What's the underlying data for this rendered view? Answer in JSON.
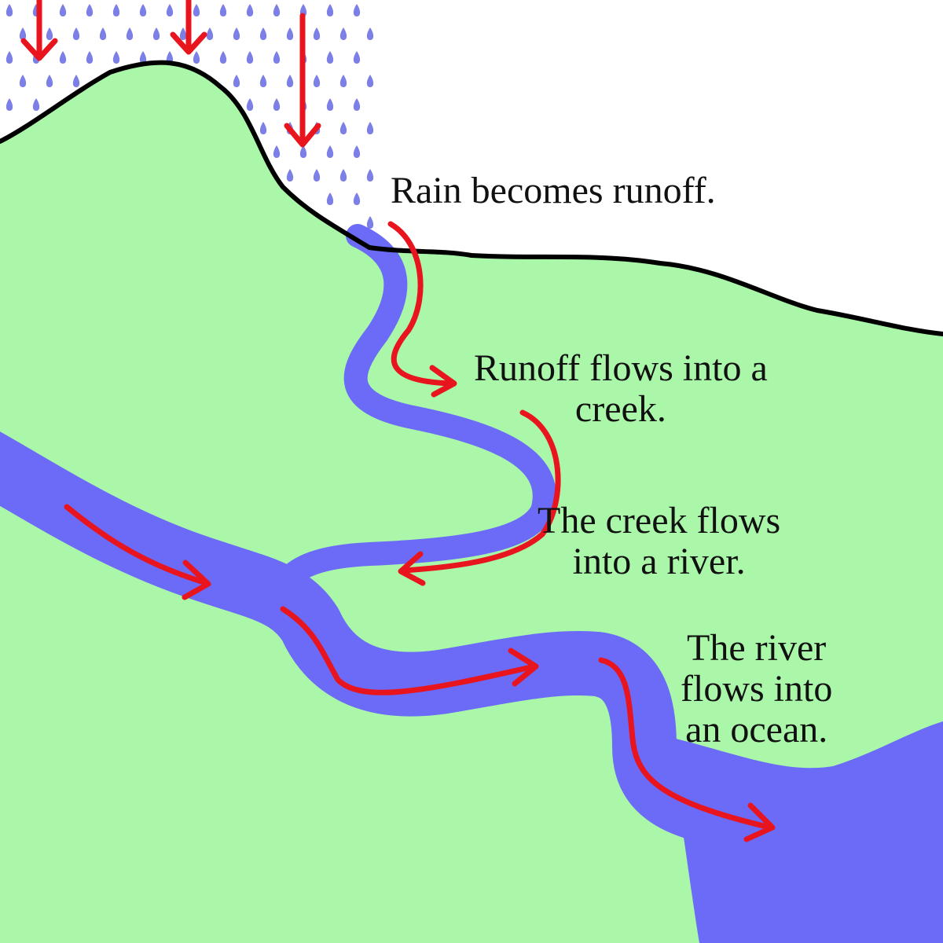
{
  "captions": {
    "rain": [
      "Rain becomes runoff."
    ],
    "runoff": [
      "Runoff flows into a",
      "creek."
    ],
    "creek": [
      "The creek flows",
      "into a river."
    ],
    "river": [
      "The river",
      "flows into",
      "an ocean."
    ]
  },
  "colors": {
    "land": "#aaf7aa",
    "water": "#6b6bf7",
    "sky": "#ffffff",
    "raindrop": "#7b7fe6",
    "arrow": "#e8141e",
    "outline": "#000000",
    "text": "#111111"
  },
  "icons": {
    "rain_arrow": "down-arrow-icon",
    "flow_arrow": "flow-arrow-icon",
    "raindrop": "raindrop-icon"
  }
}
